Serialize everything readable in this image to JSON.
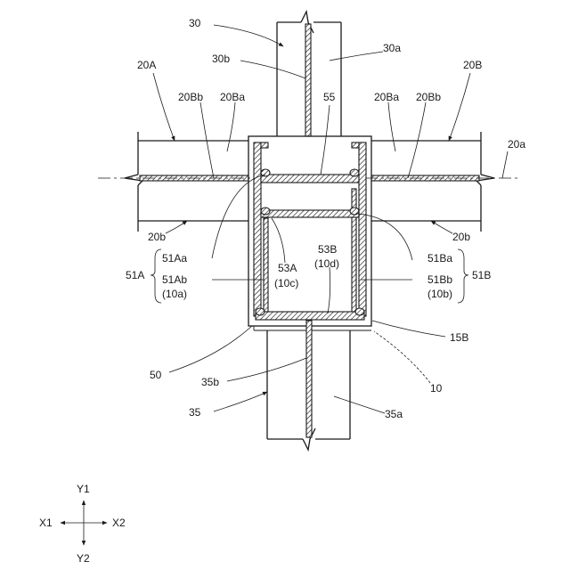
{
  "labels": {
    "l30": "30",
    "l30a": "30a",
    "l30b": "30b",
    "l20A": "20A",
    "l20B": "20B",
    "l20Bb_left": "20Bb",
    "l20Ba_left": "20Ba",
    "l55": "55",
    "l20Ba_right": "20Ba",
    "l20Bb_right": "20Bb",
    "l20a": "20a",
    "l20b_left": "20b",
    "l20b_right": "20b",
    "l51Aa": "51Aa",
    "l51A": "51A",
    "l51Ab": "51Ab",
    "l10a": "(10a)",
    "l53A": "53A",
    "l10c": "(10c)",
    "l53B": "53B",
    "l10d": "(10d)",
    "l51Ba": "51Ba",
    "l51B": "51B",
    "l51Bb": "51Bb",
    "l10b": "(10b)",
    "l15B": "15B",
    "l50": "50",
    "l10": "10",
    "l35b": "35b",
    "l35": "35",
    "l35a": "35a"
  },
  "axes": {
    "y1": "Y1",
    "y2": "Y2",
    "x1": "X1",
    "x2": "X2"
  }
}
